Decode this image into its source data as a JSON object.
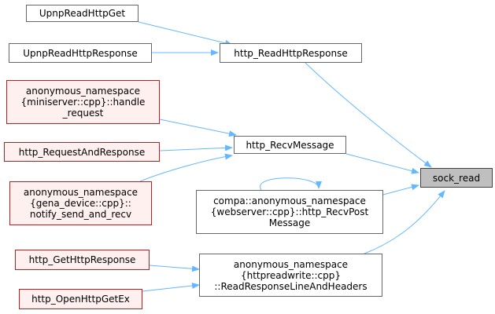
{
  "nodes": {
    "upnp_read_http_get": {
      "label": "UpnpReadHttpGet"
    },
    "upnp_read_http_response": {
      "label": "UpnpReadHttpResponse"
    },
    "http_read_http_response": {
      "label": "http_ReadHttpResponse"
    },
    "miniserver_handle_request": {
      "label": "anonymous_namespace\n{miniserver::cpp}::handle\n_request"
    },
    "http_request_and_response": {
      "label": "http_RequestAndResponse"
    },
    "http_recv_message": {
      "label": "http_RecvMessage"
    },
    "gena_device_notify_send_and_recv": {
      "label": "anonymous_namespace\n{gena_device::cpp}::\nnotify_send_and_recv"
    },
    "webserver_http_recv_post_message": {
      "label": "compa::anonymous_namespace\n{webserver::cpp}::http_RecvPost\nMessage"
    },
    "sock_read": {
      "label": "sock_read"
    },
    "http_get_http_response": {
      "label": "http_GetHttpResponse"
    },
    "http_open_http_get_ex": {
      "label": "http_OpenHttpGetEx"
    },
    "read_response_line_and_headers": {
      "label": "anonymous_namespace\n{httpreadwrite::cpp}\n::ReadResponseLineAndHeaders"
    }
  },
  "colors": {
    "edge": "#63b8ff",
    "node_border": "#666666",
    "red_border": "#b22222",
    "red_fill": "#fff0f0",
    "focus_fill": "#bfbfbf"
  }
}
